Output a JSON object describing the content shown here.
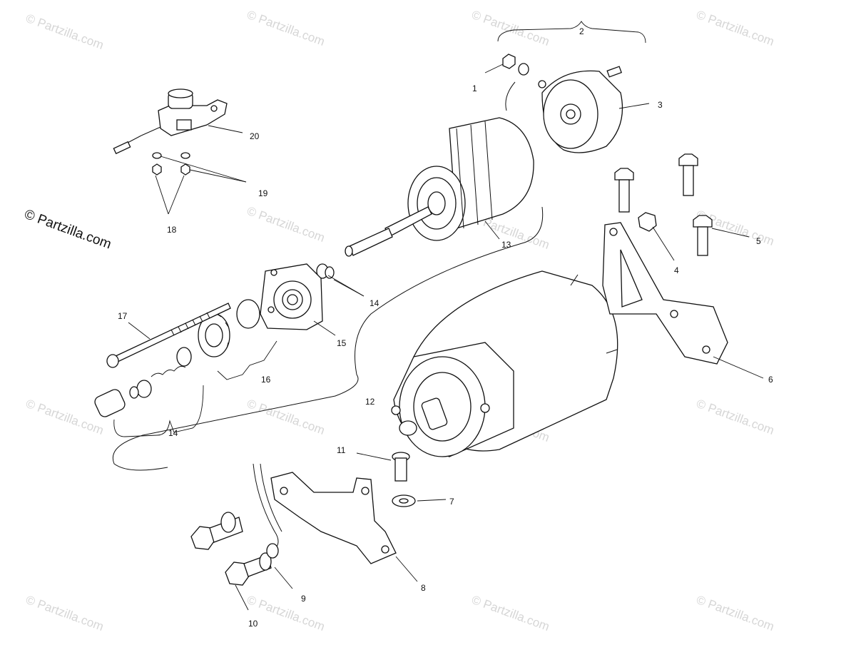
{
  "diagram": {
    "brand_text": "© Partzilla.com",
    "watermark_text": "© Partzilla.com",
    "labels": {
      "p1": "1",
      "p2": "2",
      "p3": "3",
      "p4": "4",
      "p5": "5",
      "p6": "6",
      "p7": "7",
      "p8": "8",
      "p9": "9",
      "p10": "10",
      "p11": "11",
      "p12": "12",
      "p13": "13",
      "p14a": "14",
      "p14b": "14",
      "p15": "15",
      "p16": "16",
      "p17": "17",
      "p18": "18",
      "p19": "19",
      "p20": "20"
    }
  }
}
